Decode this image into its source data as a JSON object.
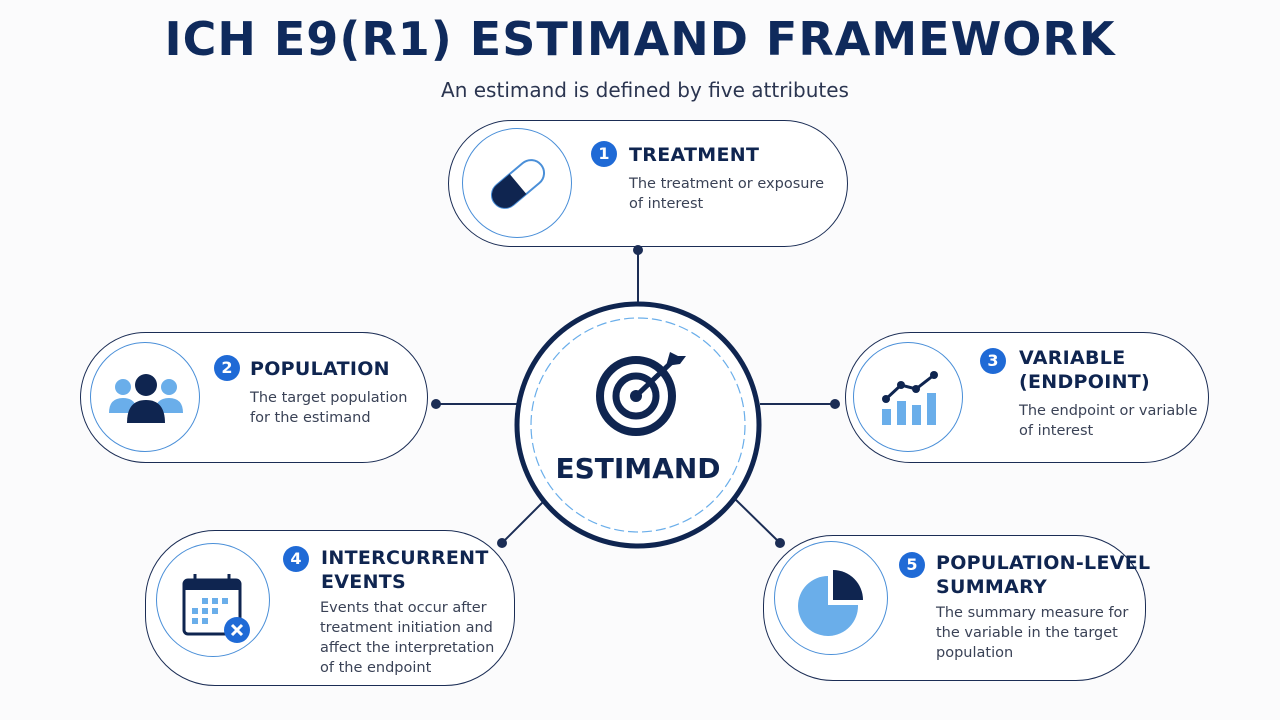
{
  "title": "ICH E9(R1) ESTIMAND FRAMEWORK",
  "subtitle": "An estimand is defined by five attributes",
  "center": {
    "label": "ESTIMAND",
    "icon": "target-icon"
  },
  "attributes": [
    {
      "number": "1",
      "title": [
        "TREATMENT"
      ],
      "description": [
        "The treatment or exposure",
        "of interest"
      ],
      "icon": "pill-icon"
    },
    {
      "number": "2",
      "title": [
        "POPULATION"
      ],
      "description": [
        "The target population",
        "for the estimand"
      ],
      "icon": "people-icon"
    },
    {
      "number": "3",
      "title": [
        "VARIABLE",
        "(ENDPOINT)"
      ],
      "description": [
        "The endpoint or variable",
        "of interest"
      ],
      "icon": "chart-icon"
    },
    {
      "number": "4",
      "title": [
        "INTERCURRENT",
        "EVENTS"
      ],
      "description": [
        "Events that occur after",
        "treatment initiation and",
        "affect the interpretation",
        "of the endpoint"
      ],
      "icon": "calendar-x-icon"
    },
    {
      "number": "5",
      "title": [
        "POPULATION-LEVEL",
        "SUMMARY"
      ],
      "description": [
        "The summary measure for",
        "the variable in the target",
        "population"
      ],
      "icon": "pie-chart-icon"
    }
  ],
  "colors": {
    "navy": "#0f2550",
    "accent": "#1f6ad6",
    "light": "#6aaeea"
  }
}
